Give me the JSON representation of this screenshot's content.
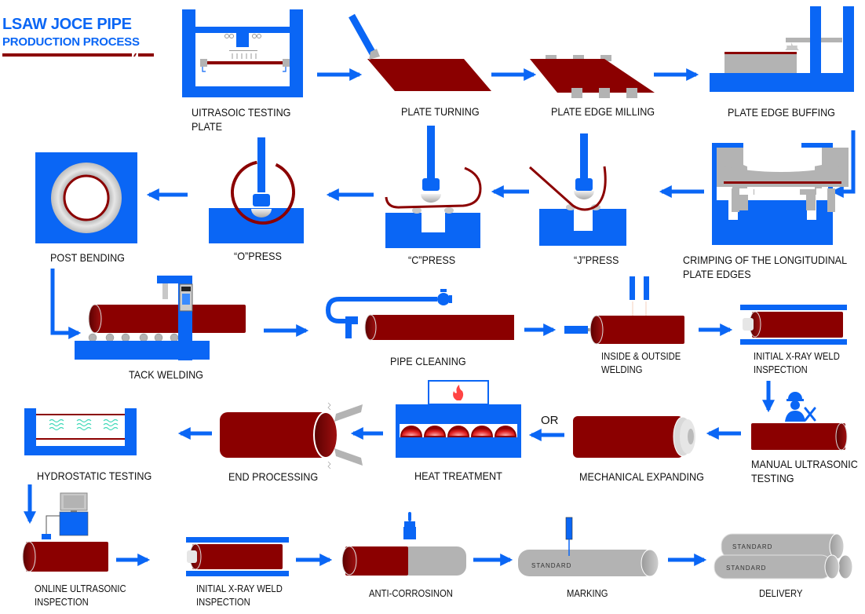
{
  "title": {
    "line1": "LSAW JOCE PIPE",
    "line2": "PRODUCTION PROCESS"
  },
  "colors": {
    "machine_blue": "#0a66f5",
    "pipe_red": "#8b0000",
    "steel_gray": "#b3b3b3",
    "title_underline": "#8b0000"
  },
  "steps": [
    {
      "id": 1,
      "label": "UITRASOIC TESTING PLATE",
      "line1": "UITRASOIC TESTING",
      "line2": "PLATE",
      "icon": "ultrasonic-plate-tester-icon"
    },
    {
      "id": 2,
      "label": "PLATE TURNING",
      "icon": "plate-turning-icon"
    },
    {
      "id": 3,
      "label": "PLATE EDGE MILLING",
      "icon": "edge-milling-icon"
    },
    {
      "id": 4,
      "label": "PLATE EDGE BUFFING",
      "icon": "edge-buffing-icon"
    },
    {
      "id": 5,
      "label": "CRIMPING OF THE LONGITUDINAL PLATE EDGES",
      "line1": "CRIMPING OF THE LONGITUDINAL",
      "line2": "PLATE EDGES",
      "icon": "crimping-press-icon"
    },
    {
      "id": 6,
      "label": "“J”PRESS",
      "icon": "j-press-icon"
    },
    {
      "id": 7,
      "label": "“C”PRESS",
      "icon": "c-press-icon"
    },
    {
      "id": 8,
      "label": "“O”PRESS",
      "icon": "o-press-icon"
    },
    {
      "id": 9,
      "label": "POST BENDING",
      "icon": "post-bending-icon"
    },
    {
      "id": 10,
      "label": "TACK WELDING",
      "icon": "tack-welding-icon"
    },
    {
      "id": 11,
      "label": "PIPE CLEANING",
      "icon": "pipe-cleaning-icon"
    },
    {
      "id": 12,
      "label": "INSIDE & OUTSIDE WELDING",
      "line1": "INSIDE & OUTSIDE",
      "line2": "WELDING",
      "icon": "inside-outside-welding-icon"
    },
    {
      "id": 13,
      "label": "INITIAL X-RAY WELD INSPECTION",
      "line1": "INITIAL X-RAY WELD",
      "line2": "INSPECTION",
      "icon": "xray-inspection-icon"
    },
    {
      "id": 14,
      "label": "MANUAL ULTRASONIC TESTING",
      "line1": "MANUAL ULTRASONIC",
      "line2": "TESTING",
      "icon": "manual-ultrasonic-icon"
    },
    {
      "id": 15,
      "label": "MECHANICAL EXPANDING",
      "icon": "mechanical-expanding-icon"
    },
    {
      "id": 16,
      "label": "HEAT TREATMENT",
      "icon": "heat-treatment-icon"
    },
    {
      "id": 17,
      "label": "END PROCESSING",
      "icon": "end-processing-icon"
    },
    {
      "id": 18,
      "label": "HYDROSTATIC TESTING",
      "icon": "hydrostatic-testing-icon"
    },
    {
      "id": 19,
      "label": "ONLINE ULTRASONIC INSPECTION",
      "line1": "ONLINE ULTRASONIC",
      "line2": "INSPECTION",
      "icon": "online-ultrasonic-icon"
    },
    {
      "id": 20,
      "label": "INITIAL X-RAY WELD INSPECTION",
      "line1": "INITIAL X-RAY WELD",
      "line2": "INSPECTION",
      "icon": "xray-inspection-icon"
    },
    {
      "id": 21,
      "label": "ANTI-CORROSINON",
      "icon": "anti-corrosion-icon"
    },
    {
      "id": 22,
      "label": "MARKING",
      "icon": "marking-icon"
    },
    {
      "id": 23,
      "label": "DELIVERY",
      "icon": "delivery-icon"
    }
  ],
  "annotations": {
    "or_label": "OR",
    "marking_text": "STANDARD",
    "delivery_text_top": "STANDARD",
    "delivery_text_bottom": "STANDARD"
  }
}
